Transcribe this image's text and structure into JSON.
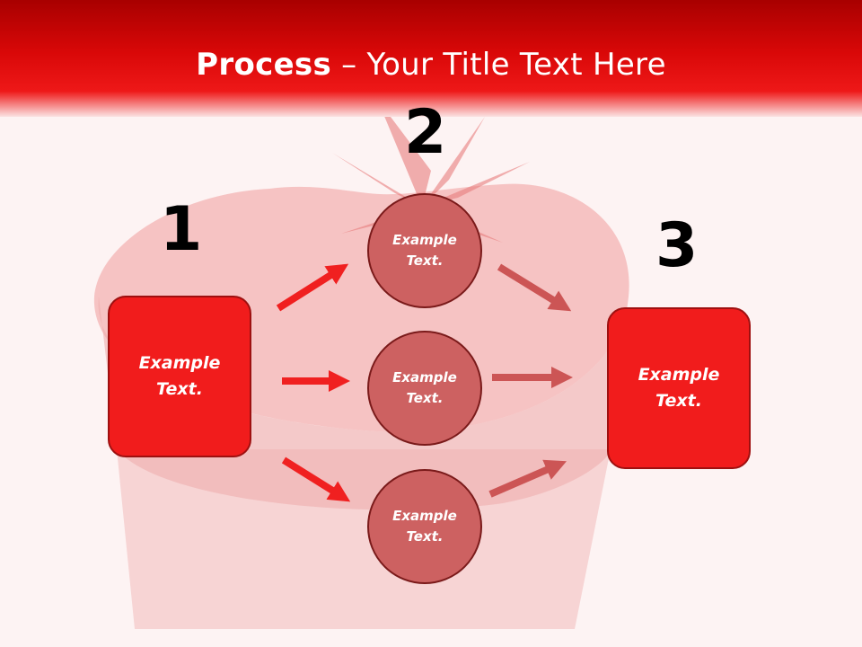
{
  "title": {
    "bold": "Process",
    "rest": " – Your Title Text Here"
  },
  "steps": {
    "n1": "1",
    "n2": "2",
    "n3": "3"
  },
  "left_box": {
    "line1": "Example",
    "line2": "Text."
  },
  "right_box": {
    "line1": "Example",
    "line2": "Text."
  },
  "circles": [
    {
      "line1": "Example",
      "line2": "Text."
    },
    {
      "line1": "Example",
      "line2": "Text."
    },
    {
      "line1": "Example",
      "line2": "Text."
    }
  ],
  "colors": {
    "header": "#d90808",
    "box": "#f11c1c",
    "circle": "#cd6161",
    "arrow_left": "#f02020",
    "arrow_right": "#cc5555"
  }
}
